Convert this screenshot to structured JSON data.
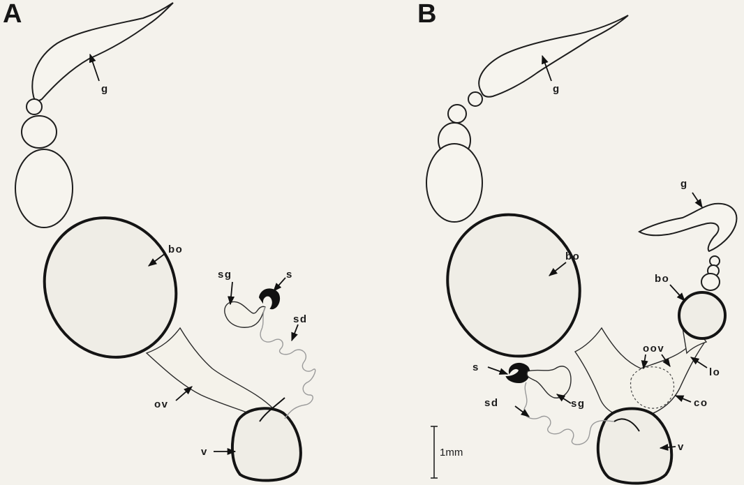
{
  "panels": {
    "a": {
      "letter": "A",
      "labels": {
        "g": "g",
        "bo": "bo",
        "sg": "sg",
        "s": "s",
        "sd": "sd",
        "ov": "ov",
        "v": "v"
      }
    },
    "b": {
      "letter": "B",
      "labels": {
        "g_main": "g",
        "g_second": "g",
        "bo_main": "bo",
        "bo_second": "bo",
        "oov": "oov",
        "lo": "lo",
        "co": "co",
        "s": "s",
        "sg": "sg",
        "sd": "sd",
        "v": "v"
      }
    }
  },
  "scale_bar": {
    "label": "1mm"
  }
}
